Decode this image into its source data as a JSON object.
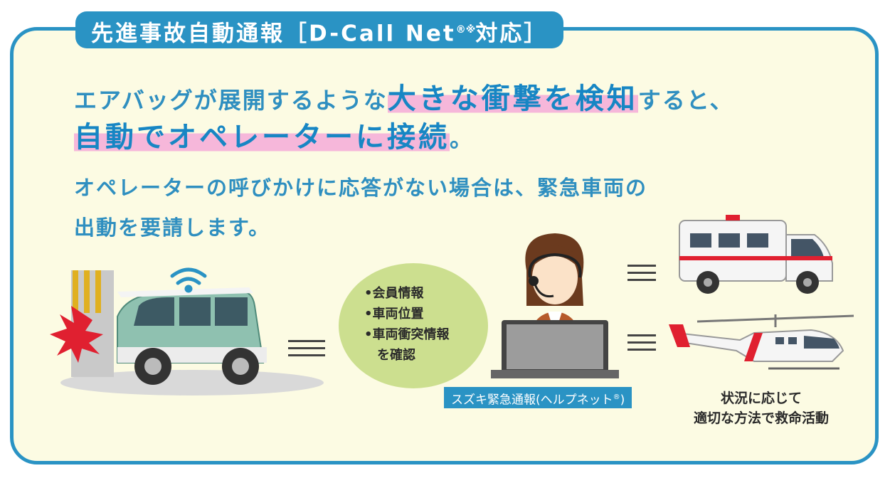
{
  "header": {
    "title": "先進事故自動通報［D-Call Net",
    "title_mark": "®※",
    "title_suffix": "対応］"
  },
  "headline": {
    "line1_before": "エアバッグが展開するような",
    "line1_highlight": "大きな衝撃を検知",
    "line1_after": "すると、",
    "line2_highlight": "自動でオペレーターに接続",
    "line2_after": "。"
  },
  "body": {
    "line1": "オペレーターの呼びかけに応答がない場合は、緊急車両の",
    "line2": "出動を要請します。"
  },
  "info_bubble": {
    "items": [
      "•会員情報",
      "•車両位置",
      "•車両衝突情報",
      "を確認"
    ]
  },
  "operator_label": {
    "text": "スズキ緊急通報(ヘルプネット",
    "mark": "®",
    "close": ")"
  },
  "result": {
    "line1": "状況に応じて",
    "line2": "適切な方法で救命活動"
  },
  "colors": {
    "accent_blue": "#2a93c4",
    "panel_bg": "#fcfbe3",
    "highlight_pink": "#f6b7da",
    "bubble_green": "#ccdf8f",
    "car_body": "#8fc1b0"
  }
}
